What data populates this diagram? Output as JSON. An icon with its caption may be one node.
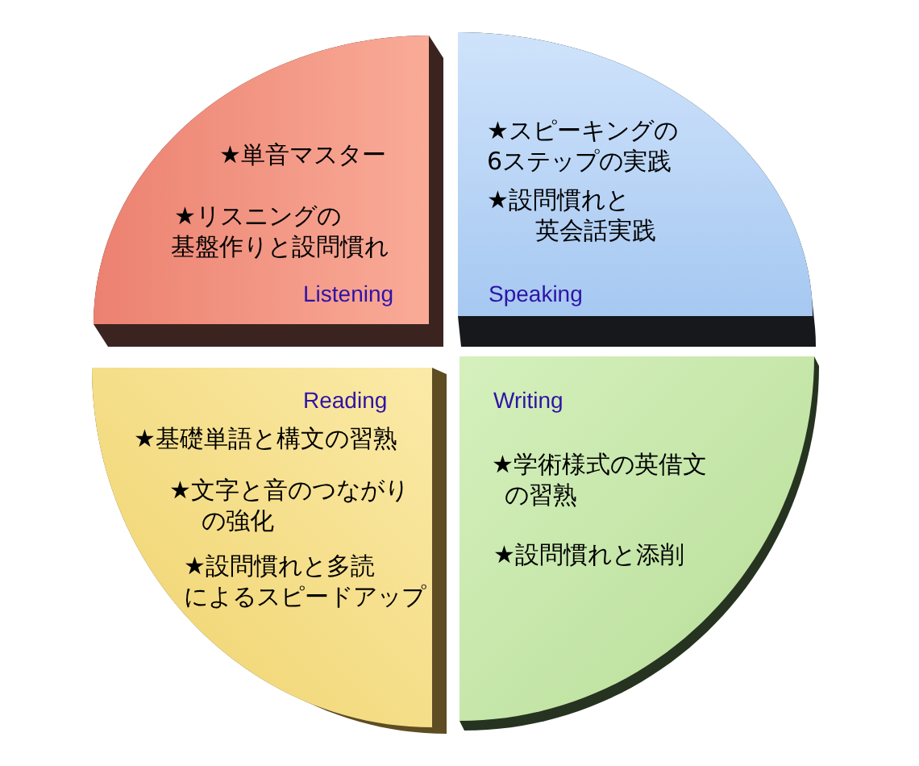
{
  "diagram": {
    "nodes": [
      {
        "text": [
          "★単音マスター",
          "★リスニングの基盤作りと設問慣れ",
          "Listening"
        ]
      },
      {
        "text": [
          "★スピーキングの6ステップの実践",
          "★設問慣れと英会話実践",
          "Speaking"
        ]
      },
      {
        "text": [
          "Reading",
          "★基礎単語と構文の習熟",
          "★文字と音のつながりの強化",
          "★設問慣れと多読によるスピードアップ"
        ]
      },
      {
        "text": [
          "Writing",
          "★学術様式の英借文の習熟",
          "★設問慣れと添削"
        ]
      }
    ]
  }
}
